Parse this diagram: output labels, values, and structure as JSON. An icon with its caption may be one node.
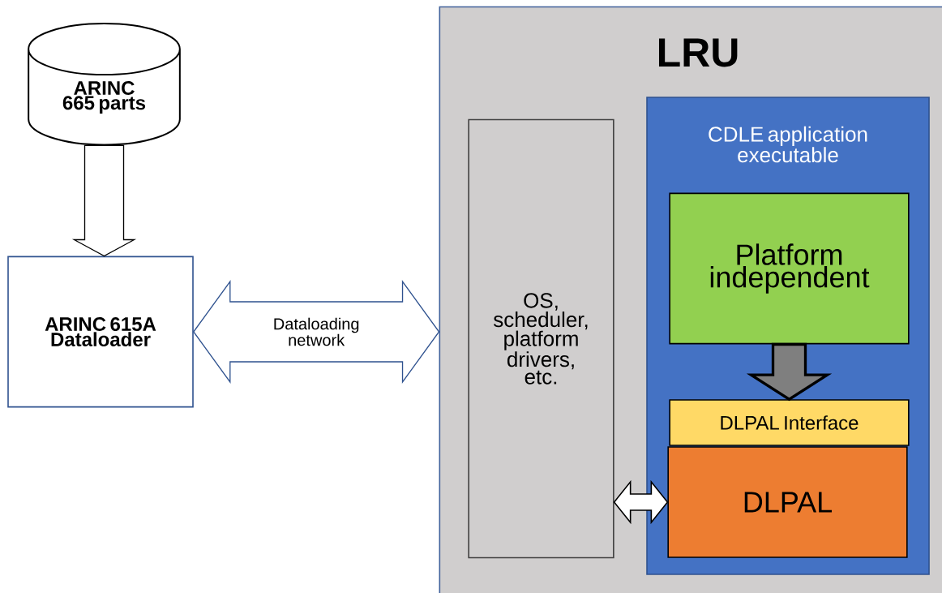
{
  "diagram": {
    "nodes": [
      {
        "text": [
          "ARINC 665 parts"
        ]
      },
      {
        "text": [
          "ARINC 615A Dataloader"
        ]
      },
      {
        "text": [
          "LRU"
        ]
      },
      {
        "text": [
          "OS, scheduler, platform drivers, etc."
        ],
        "in": 2
      },
      {
        "text": [
          "CDLE application executable"
        ],
        "in": 2
      },
      {
        "text": [
          "Platform independent"
        ],
        "in": 4
      },
      {
        "text": [
          "DLPAL Interface"
        ],
        "in": 4
      },
      {
        "text": [
          "DLPAL"
        ],
        "in": 4
      }
    ],
    "edges": [
      {
        "from": 0,
        "to": 1,
        "arrow": "to"
      },
      {
        "from": 1,
        "to": 2,
        "arrow": "both",
        "label": "Dataloading network"
      },
      {
        "from": 5,
        "to": 6,
        "arrow": "to",
        "color": "#7f7f7f"
      },
      {
        "from": 3,
        "to": 7,
        "arrow": "both"
      }
    ]
  }
}
